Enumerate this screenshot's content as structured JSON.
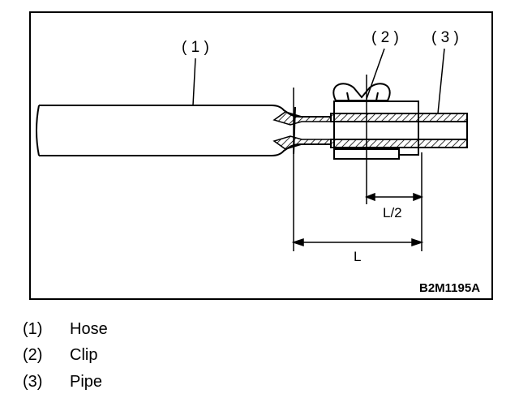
{
  "diagram": {
    "callouts": [
      {
        "number": "( 1 )"
      },
      {
        "number": "( 2 )"
      },
      {
        "number": "( 3 )"
      }
    ],
    "dimensions": {
      "half_length": "L/2",
      "length": "L"
    },
    "figure_code": "B2M1195A"
  },
  "legend": [
    {
      "number": "(1)",
      "label": "Hose"
    },
    {
      "number": "(2)",
      "label": "Clip"
    },
    {
      "number": "(3)",
      "label": "Pipe"
    }
  ]
}
